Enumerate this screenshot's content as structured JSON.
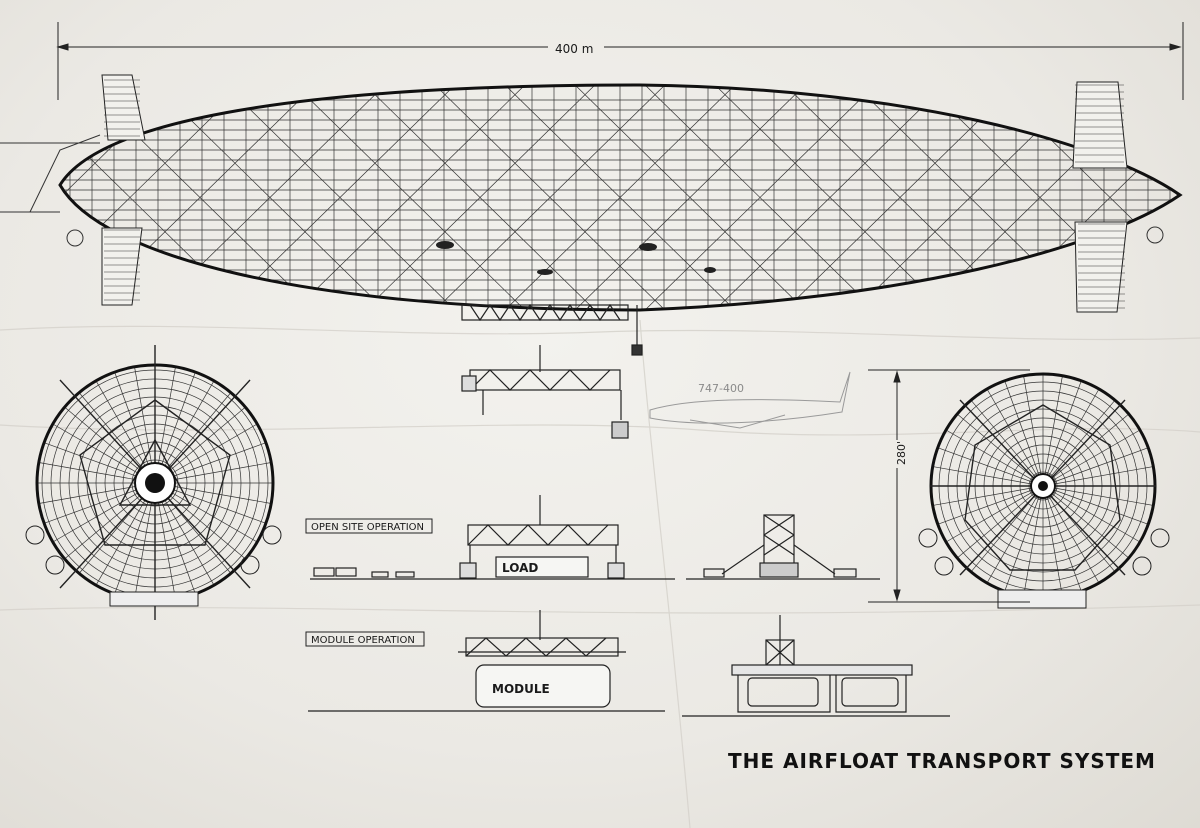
{
  "drawing": {
    "title": "THE AIRFLOAT TRANSPORT SYSTEM",
    "length_dimension": "400 m",
    "height_dimension": "280'",
    "open_site_label": "OPEN SITE OPERATION",
    "module_operation_label": "MODULE OPERATION",
    "load_label": "LOAD",
    "module_label": "MODULE",
    "aircraft_note": "747-400"
  },
  "colors": {
    "paper": "#f1f0ec",
    "ink": "#1a1a1a",
    "pencil": "#8a8a8a"
  }
}
